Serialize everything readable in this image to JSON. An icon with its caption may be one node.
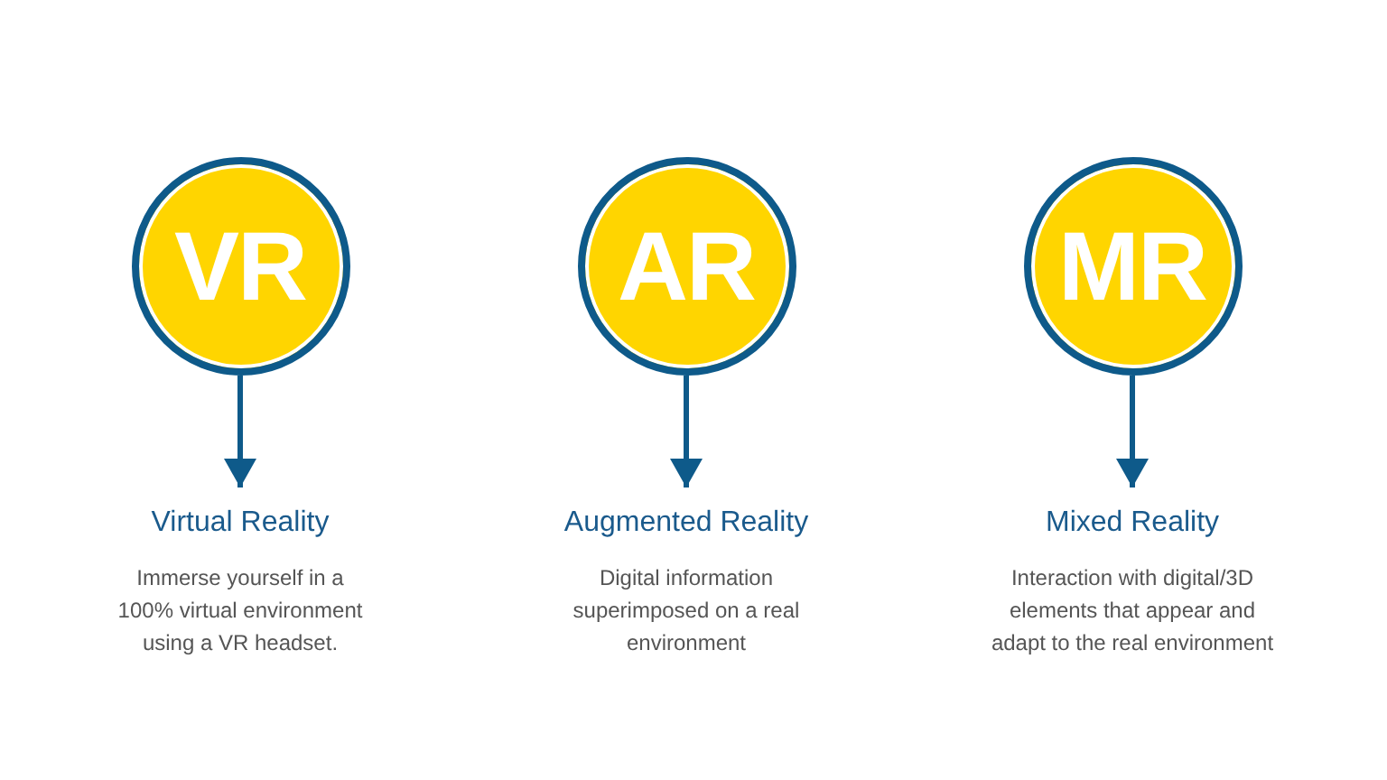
{
  "diagram": {
    "nodes": [
      {
        "text": [
          "VR"
        ]
      },
      {
        "text": [
          "Virtual Reality",
          "Immerse yourself in a 100% virtual environment using a VR headset."
        ]
      },
      {
        "text": [
          "AR"
        ]
      },
      {
        "text": [
          "Augmented Reality",
          "Digital information superimposed on a real environment"
        ]
      },
      {
        "text": [
          "MR"
        ]
      },
      {
        "text": [
          "Mixed Reality",
          "Interaction with digital/3D elements that appear and adapt to the real environment"
        ]
      }
    ],
    "edges": [
      {
        "from": 0,
        "to": 1,
        "arrow": "to"
      },
      {
        "from": 2,
        "to": 3,
        "arrow": "to"
      },
      {
        "from": 4,
        "to": 5,
        "arrow": "to"
      }
    ]
  }
}
